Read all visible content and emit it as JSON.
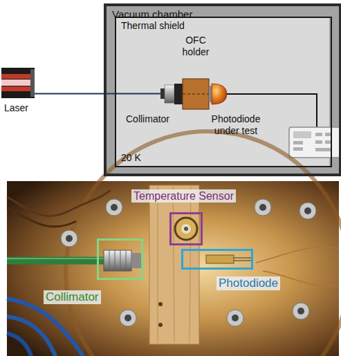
{
  "diagram": {
    "nodes": [
      {
        "text": [
          "Vacuum chamber"
        ]
      },
      {
        "text": [
          "Thermal shield",
          "20 K"
        ],
        "in": 0
      },
      {
        "text": [
          "Collimator"
        ],
        "in": 1
      },
      {
        "text": [
          "OFC holder"
        ],
        "in": 1
      },
      {
        "text": [
          "Photodiode under test"
        ],
        "in": 1
      },
      {
        "text": [
          "Laser"
        ]
      },
      {
        "text": [
          "Temperature Sensor"
        ]
      },
      {
        "text": [
          "Collimator"
        ]
      },
      {
        "text": [
          "Photodiode"
        ]
      }
    ],
    "edges": [
      {
        "from": 5,
        "to": 2,
        "arrow": "none"
      }
    ]
  }
}
